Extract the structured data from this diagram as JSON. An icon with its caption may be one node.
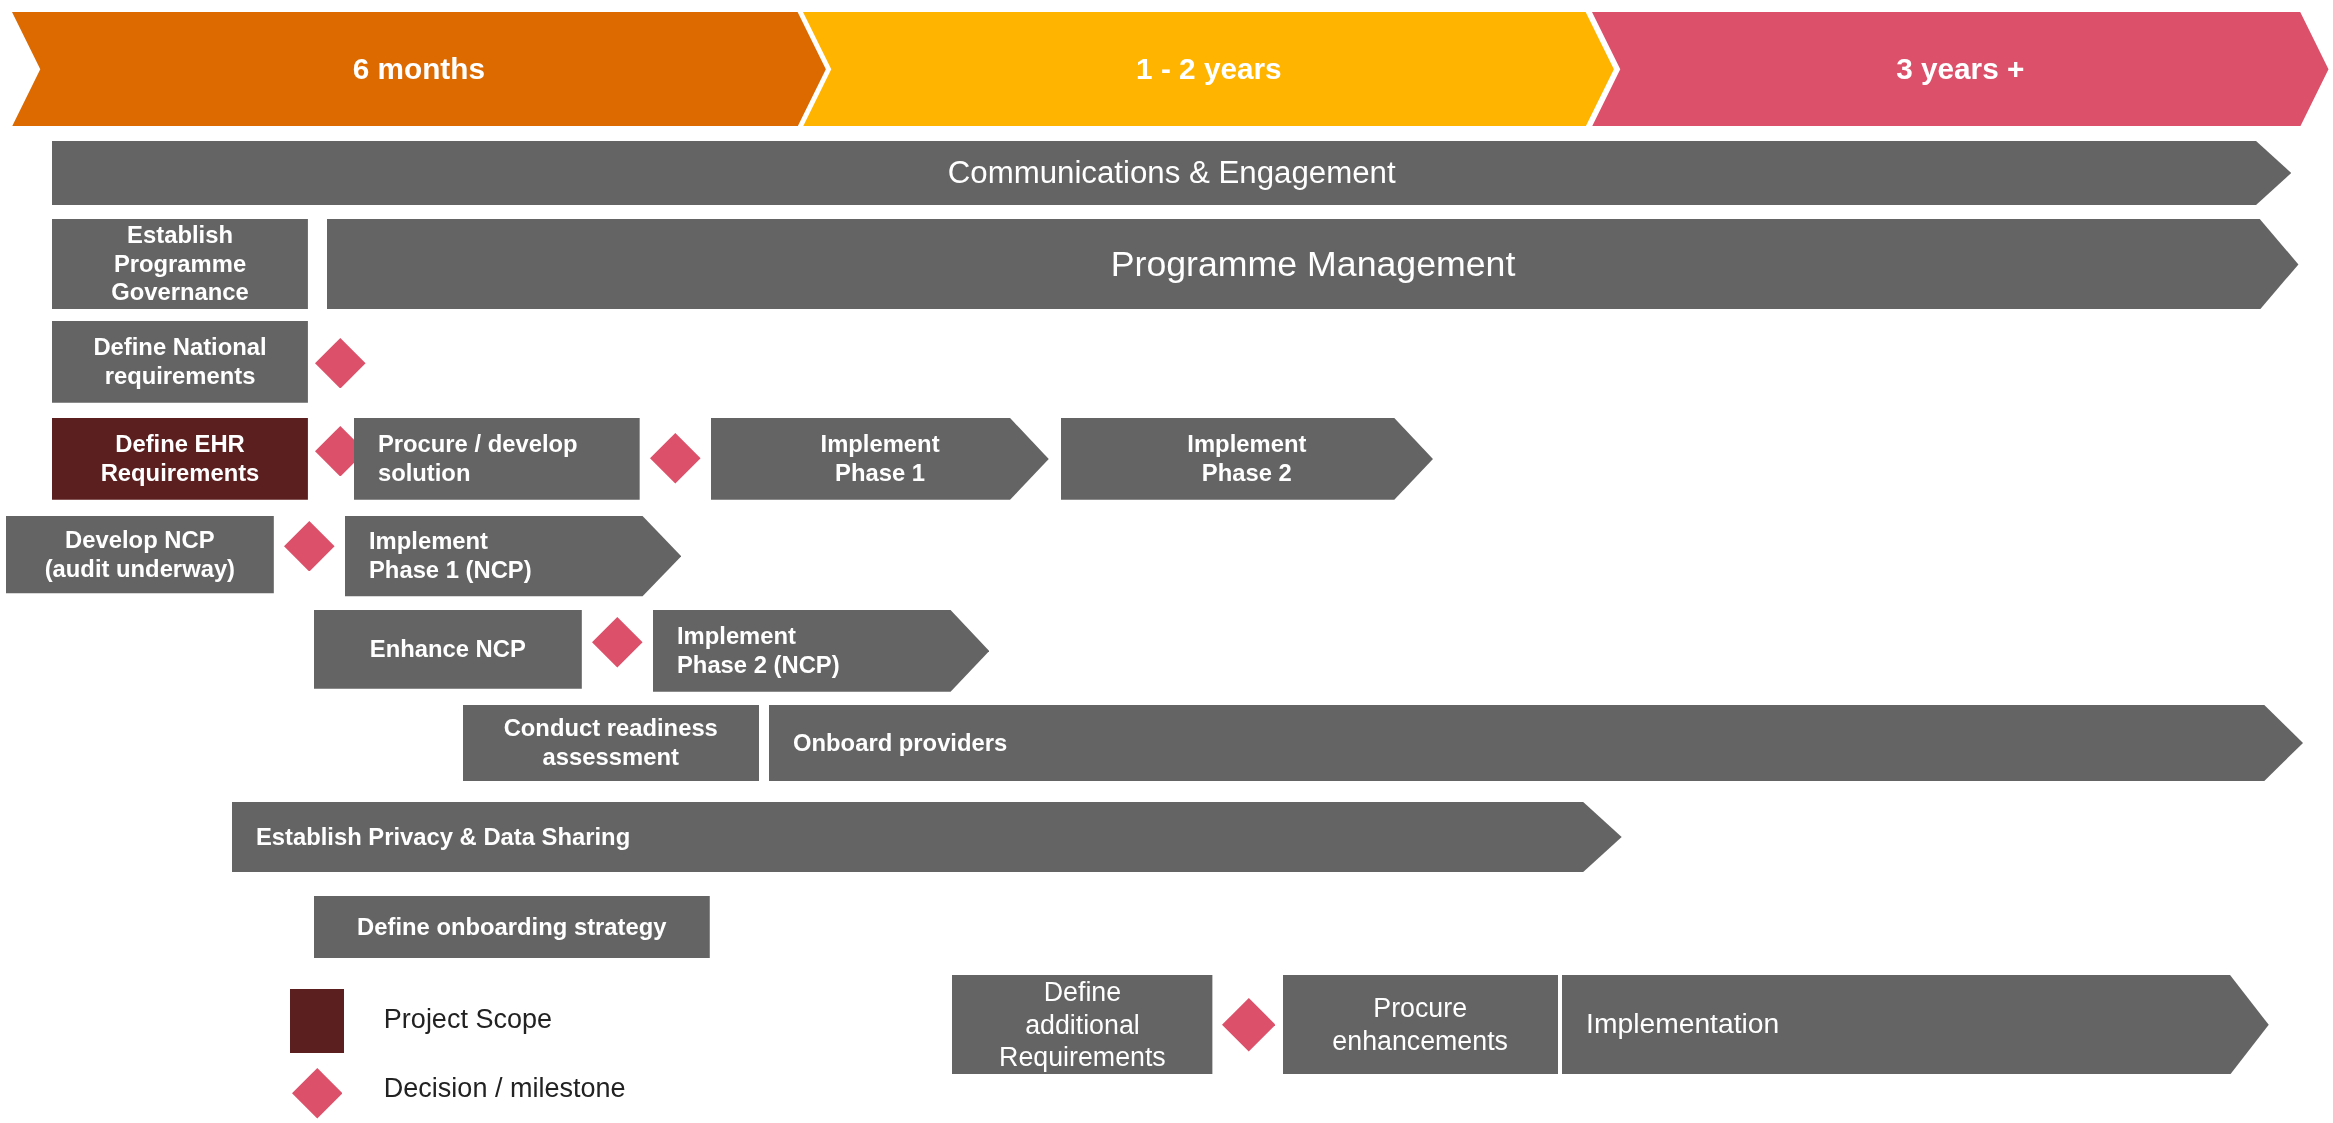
{
  "diagram": {
    "nodes": [
      {
        "text": [
          "6 months"
        ]
      },
      {
        "text": [
          "1 - 2 years"
        ]
      },
      {
        "text": [
          "3 years +"
        ]
      },
      {
        "text": [
          "Communications & Engagement"
        ]
      },
      {
        "text": [
          "Establish Programme Governance"
        ]
      },
      {
        "text": [
          "Programme Management"
        ]
      },
      {
        "text": [
          "Define National requirements"
        ]
      },
      {
        "text": [],
        "shape": "diamond"
      },
      {
        "text": [
          "Define EHR Requirements"
        ]
      },
      {
        "text": [],
        "shape": "diamond"
      },
      {
        "text": [
          "Procure / develop solution"
        ]
      },
      {
        "text": [],
        "shape": "diamond"
      },
      {
        "text": [
          "Implement Phase 1"
        ]
      },
      {
        "text": [
          "Implement Phase 2"
        ]
      },
      {
        "text": [
          "Develop NCP (audit underway)"
        ]
      },
      {
        "text": [],
        "shape": "diamond"
      },
      {
        "text": [
          "Implement Phase 1 (NCP)"
        ]
      },
      {
        "text": [
          "Enhance NCP"
        ]
      },
      {
        "text": [],
        "shape": "diamond"
      },
      {
        "text": [
          "Implement Phase 2 (NCP)"
        ]
      },
      {
        "text": [
          "Conduct readiness assessment"
        ]
      },
      {
        "text": [
          "Onboard providers"
        ]
      },
      {
        "text": [
          "Establish Privacy & Data Sharing"
        ]
      },
      {
        "text": [
          "Define onboarding strategy"
        ]
      },
      {
        "text": [
          "Define additional Requirements"
        ]
      },
      {
        "text": [],
        "shape": "diamond"
      },
      {
        "text": [
          "Procure enhancements"
        ]
      },
      {
        "text": [
          "Implementation"
        ]
      }
    ],
    "edges": [],
    "legend": [
      {
        "text": "Project Scope",
        "color": "#5c1f1f"
      },
      {
        "text": "Decision / milestone"
      }
    ]
  }
}
